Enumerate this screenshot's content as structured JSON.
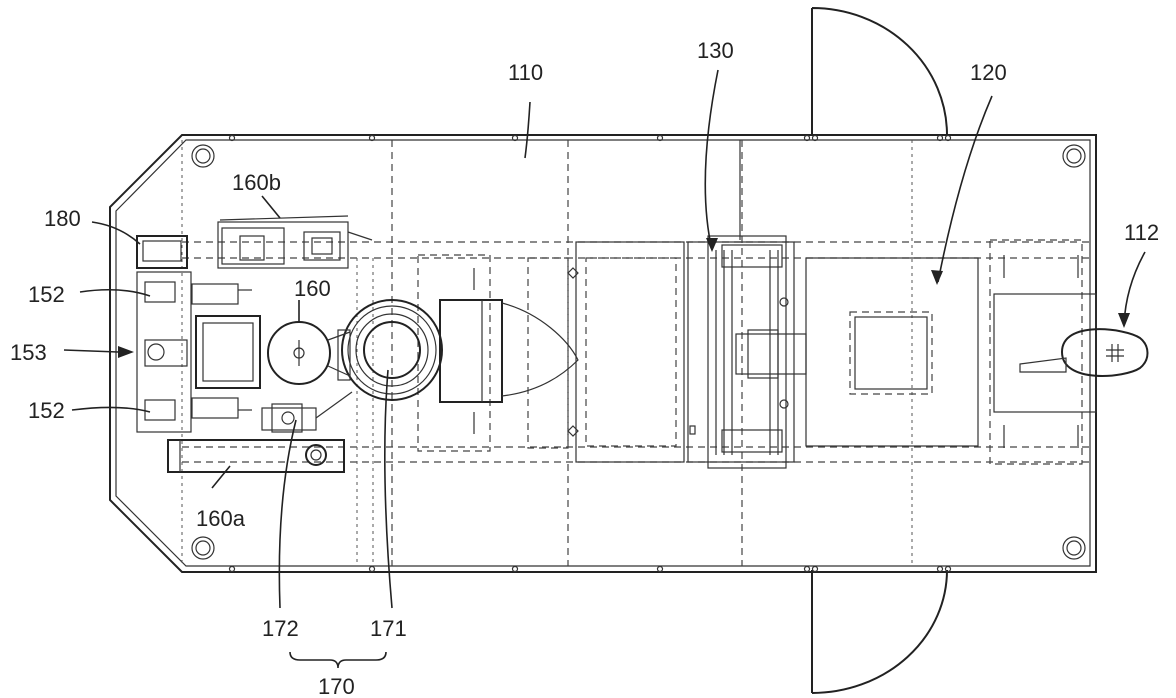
{
  "labels": {
    "l110": "110",
    "l130": "130",
    "l120": "120",
    "l112": "112",
    "l160b": "160b",
    "l180": "180",
    "l152a": "152",
    "l153": "153",
    "l160": "160",
    "l152b": "152",
    "l160a": "160a",
    "l172": "172",
    "l171": "171",
    "l170": "170"
  }
}
